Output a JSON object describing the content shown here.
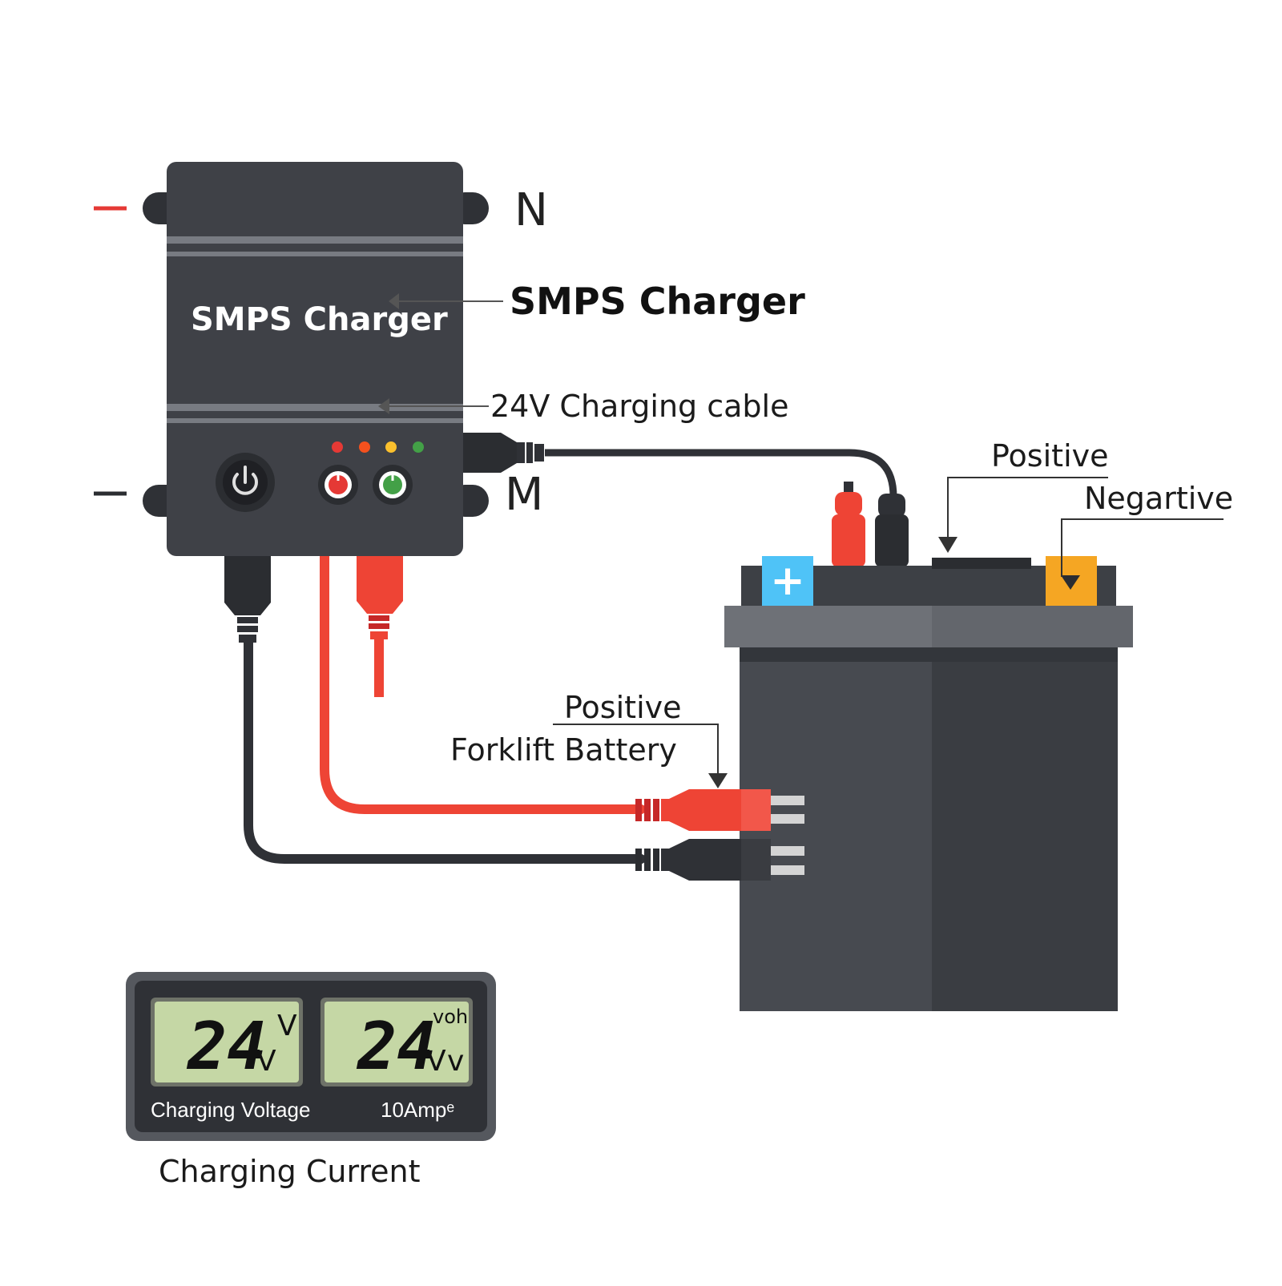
{
  "charger": {
    "body_label": "SMPS Charger",
    "terminals": {
      "top_right": "N",
      "bottom_right": "M"
    },
    "indicator_colors": [
      "#e53935",
      "#f4511e",
      "#fbc02d",
      "#43a047"
    ]
  },
  "labels": {
    "smps_charger": "SMPS Charger",
    "charging_cable": "24V Charging cable",
    "top_positive": "Positive",
    "top_negative": "Negartive",
    "side_positive": "Positive",
    "forklift_battery": "Forklift Battery"
  },
  "battery": {
    "positive_symbol": "+",
    "positive_terminal_color": "#4fc3f7",
    "negative_terminal_color": "#f5a623"
  },
  "meter": {
    "left": {
      "value": "24",
      "unit": "V",
      "superscript": "V",
      "caption": "Charging Voltage"
    },
    "right": {
      "value": "24",
      "unit": "V",
      "unit_sub": "v",
      "superscript": "voh",
      "caption": "10Ampᵉ"
    },
    "below_caption": "Charging Current"
  },
  "colors": {
    "charger_body": "#3f4147",
    "battery_body": "#3d4045",
    "cable_red": "#ee4435",
    "cable_black": "#2f3136",
    "lcd_bg": "#c5d7a5"
  }
}
